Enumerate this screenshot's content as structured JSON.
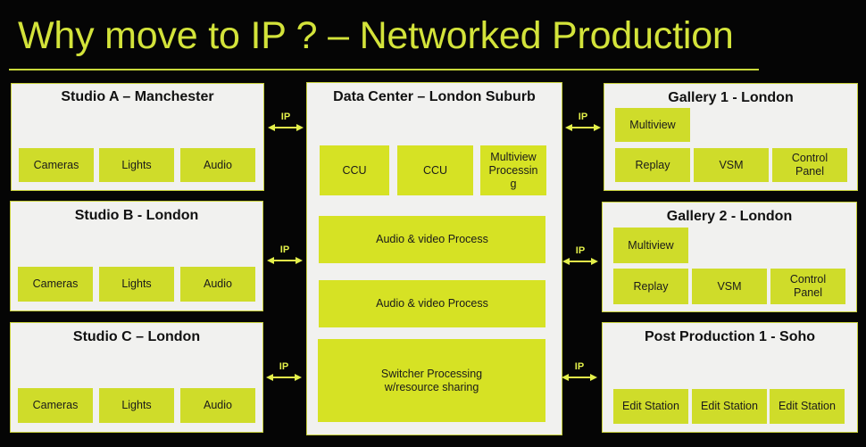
{
  "title": "Why move to IP ? – Networked Production",
  "colors": {
    "accent": "#d3e33a",
    "block": "#cfdc2a",
    "panel": "#f1f1ef",
    "background": "#050505"
  },
  "link_label": "IP",
  "left": [
    {
      "title": "Studio A – Manchester",
      "items": [
        "Cameras",
        "Lights",
        "Audio"
      ]
    },
    {
      "title": "Studio B - London",
      "items": [
        "Cameras",
        "Lights",
        "Audio"
      ]
    },
    {
      "title": "Studio C – London",
      "items": [
        "Cameras",
        "Lights",
        "Audio"
      ]
    }
  ],
  "center": {
    "title": "Data Center – London Suburb",
    "top_items": [
      "CCU",
      "CCU",
      "Multiview Processin g"
    ],
    "wide_items": [
      "Audio & video Process",
      "Audio & video Process",
      "Switcher Processing w/resource sharing"
    ]
  },
  "right": [
    {
      "title": "Gallery 1 - London",
      "top_item": "Multiview",
      "items": [
        "Replay",
        "VSM",
        "Control Panel"
      ]
    },
    {
      "title": "Gallery 2 - London",
      "top_item": "Multiview",
      "items": [
        "Replay",
        "VSM",
        "Control Panel"
      ]
    },
    {
      "title": "Post Production 1 - Soho",
      "items": [
        "Edit Station",
        "Edit Station",
        "Edit Station"
      ]
    }
  ]
}
